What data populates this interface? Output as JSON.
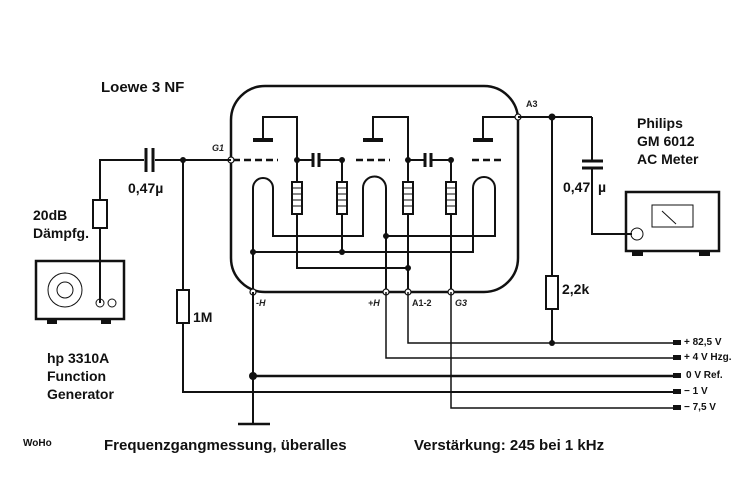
{
  "title": "Loewe  3 NF",
  "generator": {
    "attenuator": [
      "20dB",
      "Dämpfg."
    ],
    "name": [
      "hp 3310A",
      "Function",
      "Generator"
    ]
  },
  "components": {
    "c_in": "0,47µ",
    "r_grid": "1M",
    "c_out": "0,47",
    "c_out_unit": "µ",
    "r_load": "2,2k"
  },
  "meter": {
    "name": [
      "Philips",
      "GM 6012",
      "AC Meter"
    ]
  },
  "tube_pins": {
    "g1": "G1",
    "a3": "A3",
    "minus_h": "-H",
    "plus_h": "+H",
    "a12": "A1-2",
    "g3": "G3"
  },
  "rails": [
    "+ 82,5 V",
    "+ 4 V  Hzg.",
    "0 V Ref.",
    "− 1 V",
    "− 7,5 V"
  ],
  "footer": {
    "author": "WoHo",
    "caption": "Frequenzgangmessung,  überalles",
    "gain": "Verstärkung: 245   bei 1 kHz"
  }
}
